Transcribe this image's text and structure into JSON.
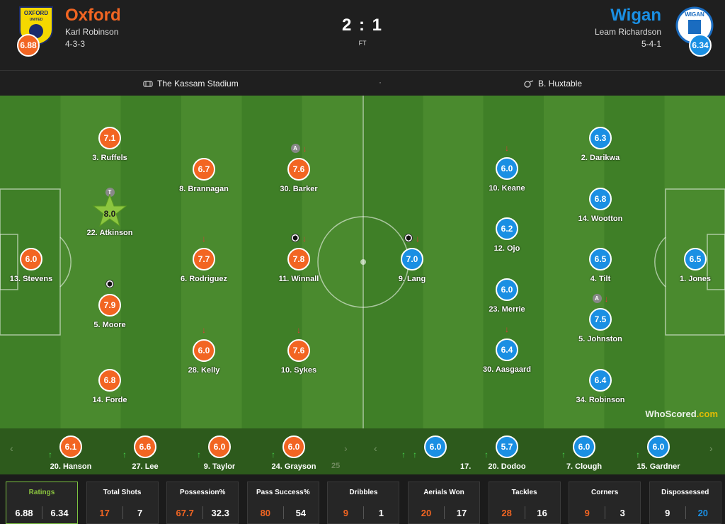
{
  "home": {
    "name": "Oxford",
    "manager": "Karl Robinson",
    "formation": "4-3-3",
    "rating": "6.88",
    "crest_text": "OXFORD UNITED",
    "color": "#f26522"
  },
  "away": {
    "name": "Wigan",
    "manager": "Leam Richardson",
    "formation": "5-4-1",
    "rating": "6.34",
    "crest_text": "WIGAN",
    "color": "#1a8fe3"
  },
  "score": "2 : 1",
  "status": "FT",
  "venue": "The Kassam Stadium",
  "separator": "·",
  "referee": "B. Huxtable",
  "home_players": [
    {
      "rating": "7.1",
      "name": "3. Ruffels"
    },
    {
      "rating": "8.0",
      "name": "22. Atkinson",
      "motm": true,
      "tag": "T"
    },
    {
      "rating": "6.0",
      "name": "13. Stevens"
    },
    {
      "rating": "7.9",
      "name": "5. Moore",
      "goal": true
    },
    {
      "rating": "6.8",
      "name": "14. Forde"
    },
    {
      "rating": "6.7",
      "name": "8. Brannagan"
    },
    {
      "rating": "7.7",
      "name": "6. Rodriguez",
      "subbed_off": true
    },
    {
      "rating": "6.0",
      "name": "28. Kelly",
      "subbed_off": true
    },
    {
      "rating": "7.6",
      "name": "30. Barker",
      "subbed_off": true,
      "tag": "A"
    },
    {
      "rating": "7.8",
      "name": "11. Winnall",
      "subbed_off": true,
      "goal": true
    },
    {
      "rating": "7.6",
      "name": "10. Sykes",
      "subbed_off": true
    }
  ],
  "away_players": [
    {
      "rating": "7.0",
      "name": "9. Lang",
      "subbed_off": true,
      "goal": true
    },
    {
      "rating": "6.0",
      "name": "10. Keane",
      "subbed_off": true
    },
    {
      "rating": "6.2",
      "name": "12. Ojo"
    },
    {
      "rating": "6.0",
      "name": "23. Merrie"
    },
    {
      "rating": "6.4",
      "name": "30. Aasgaard",
      "subbed_off": true
    },
    {
      "rating": "6.3",
      "name": "2. Darikwa"
    },
    {
      "rating": "6.8",
      "name": "14. Wootton"
    },
    {
      "rating": "6.5",
      "name": "4. Tilt"
    },
    {
      "rating": "7.5",
      "name": "5. Johnston",
      "subbed_off": true,
      "tag": "A"
    },
    {
      "rating": "6.4",
      "name": "34. Robinson"
    },
    {
      "rating": "6.5",
      "name": "1. Jones"
    }
  ],
  "home_bench": [
    {
      "rating": "6.1",
      "name": "20. Hanson"
    },
    {
      "rating": "6.6",
      "name": "27. Lee"
    },
    {
      "rating": "6.0",
      "name": "9. Taylor"
    },
    {
      "rating": "6.0",
      "name": "24. Grayson"
    }
  ],
  "home_bench_partial": "25",
  "away_bench_partial": "17.",
  "away_bench": [
    {
      "rating": "6.0",
      "name": ""
    },
    {
      "rating": "5.7",
      "name": "20. Dodoo"
    },
    {
      "rating": "6.0",
      "name": "7. Clough"
    },
    {
      "rating": "6.0",
      "name": "15. Gardner"
    }
  ],
  "stats": [
    {
      "title": "Ratings",
      "home": "6.88",
      "away": "6.34",
      "active": true
    },
    {
      "title": "Total Shots",
      "home": "17",
      "away": "7"
    },
    {
      "title": "Possession%",
      "home": "67.7",
      "away": "32.3"
    },
    {
      "title": "Pass Success%",
      "home": "80",
      "away": "54"
    },
    {
      "title": "Dribbles",
      "home": "9",
      "away": "1"
    },
    {
      "title": "Aerials Won",
      "home": "20",
      "away": "17"
    },
    {
      "title": "Tackles",
      "home": "28",
      "away": "16"
    },
    {
      "title": "Corners",
      "home": "9",
      "away": "3"
    },
    {
      "title": "Dispossessed",
      "home": "9",
      "away": "20",
      "away_highlight": true
    }
  ],
  "watermark": {
    "part1": "WhoScored",
    "part2": ".com"
  },
  "icons": {
    "stadium": "stadium-icon",
    "whistle": "whistle-icon",
    "goal": "ball-icon",
    "sub_off": "down-arrow-icon",
    "sub_on": "up-arrow-icon",
    "motm": "star-icon",
    "prev": "chevron-left-icon",
    "next": "chevron-right-icon"
  }
}
